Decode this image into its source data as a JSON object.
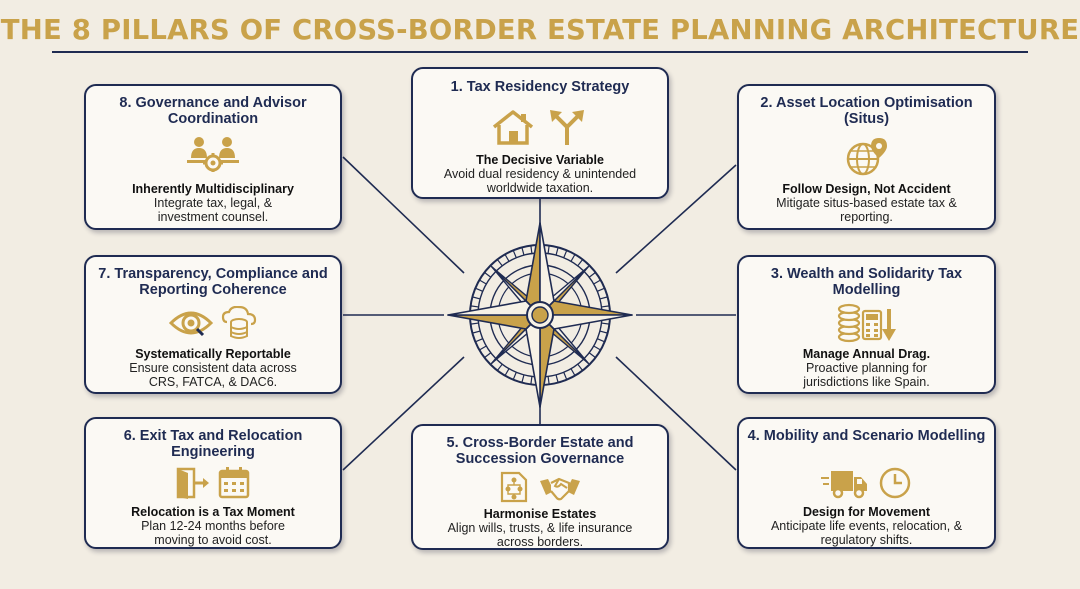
{
  "title": "THE 8 PILLARS OF CROSS-BORDER ESTATE PLANNING ARCHITECTURE",
  "colors": {
    "navy": "#1f2b52",
    "gold": "#c9a24a",
    "background": "#f2ede3",
    "card": "#fbf9f4"
  },
  "pillars": [
    {
      "title": "1. Tax Residency Strategy",
      "heading": "The Decisive Variable",
      "description": "Avoid dual residency & unintended worldwide taxation.",
      "icons": [
        "house-icon",
        "split-arrows-icon"
      ]
    },
    {
      "title": "2. Asset Location Optimisation (Situs)",
      "heading": "Follow Design, Not Accident",
      "description": "Mitigate situs-based estate tax & reporting.",
      "icons": [
        "globe-pin-icon"
      ]
    },
    {
      "title": "3. Wealth and Solidarity Tax Modelling",
      "heading": "Manage Annual Drag.",
      "description": "Proactive planning for jurisdictions like Spain.",
      "icons": [
        "coin-stack-icon",
        "calculator-icon",
        "down-arrow-icon"
      ]
    },
    {
      "title": "4. Mobility and Scenario Modelling",
      "heading": "Design for Movement",
      "description": "Anticipate life events, relocation, & regulatory shifts.",
      "icons": [
        "moving-truck-icon",
        "clock-icon"
      ]
    },
    {
      "title": "5. Cross-Border Estate and Succession Governance",
      "heading": "Harmonise Estates",
      "description": "Align wills, trusts, & life insurance across borders.",
      "icons": [
        "family-tree-document-icon",
        "handshake-icon"
      ]
    },
    {
      "title": "6. Exit Tax and Relocation Engineering",
      "heading": "Relocation is a Tax Moment",
      "description": "Plan 12-24 months before moving to avoid cost.",
      "icons": [
        "exit-door-icon",
        "calendar-icon"
      ]
    },
    {
      "title": "7. Transparency, Compliance and Reporting Coherence",
      "heading": "Systematically Reportable",
      "description": "Ensure consistent data across CRS, FATCA, & DAC6.",
      "icons": [
        "eye-icon",
        "database-cloud-icon"
      ]
    },
    {
      "title": "8. Governance and Advisor Coordination",
      "heading": "Inherently Multidisciplinary",
      "description": "Integrate tax, legal, & investment counsel.",
      "icons": [
        "meeting-gear-icon"
      ]
    }
  ]
}
